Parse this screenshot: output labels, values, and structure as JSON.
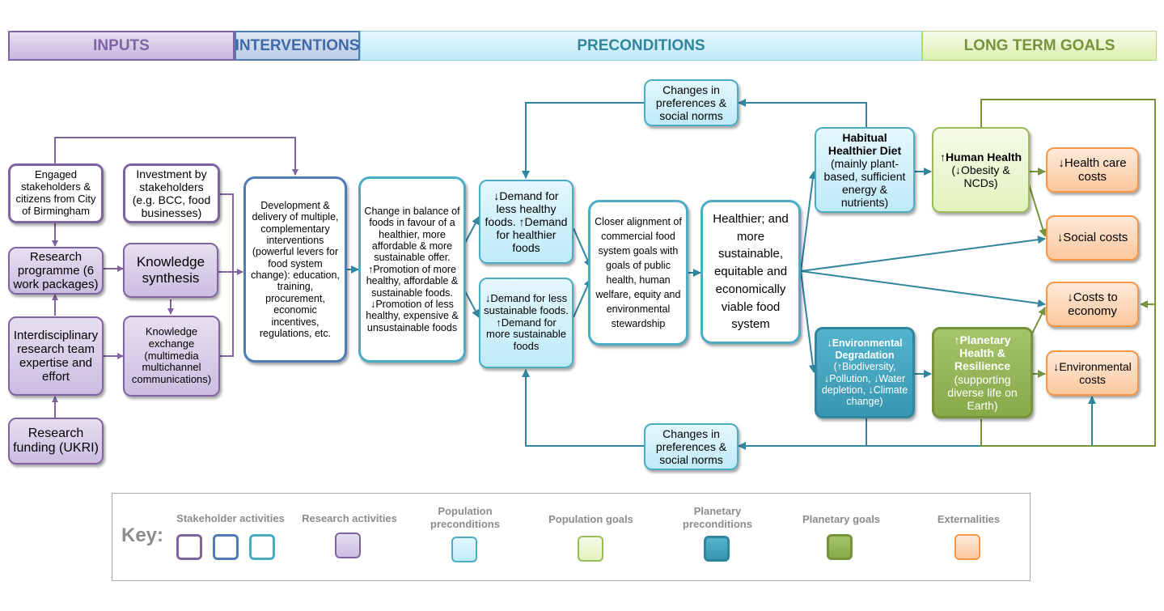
{
  "headers": {
    "inputs": "INPUTS",
    "interventions": "INTERVENTIONS",
    "preconditions": "PRECONDITIONS",
    "long_term_goals": "LONG TERM GOALS"
  },
  "boxes": {
    "engaged": "Engaged stakeholders & citizens from City of Birmingham",
    "investment": "Investment by stakeholders (e.g. BCC, food businesses)",
    "research_programme": "Research programme (6 work packages)",
    "knowledge_synthesis": "Knowledge synthesis",
    "interdisciplinary": "Interdisciplinary research team expertise and effort",
    "knowledge_exchange": "Knowledge exchange (multimedia multichannel communications)",
    "research_funding": "Research funding (UKRI)",
    "development": "Development & delivery of multiple, complementary interventions (powerful levers for food system change): education, training, procurement, economic incentives, regulations, etc.",
    "change_balance": "Change in balance of foods in favour of a healthier, more affordable & more sustainable offer. ↑Promotion of more healthy, affordable & sustainable foods. ↓Promotion of less healthy, expensive & unsustainable foods",
    "demand_healthy": "↓Demand for less healthy foods. ↑Demand for healthier foods",
    "demand_sustainable": "↓Demand for less sustainable foods. ↑Demand for more sustainable foods",
    "changes_top": "Changes in preferences & social norms",
    "changes_bottom": "Changes in preferences & social norms",
    "closer_alignment": "Closer alignment of commercial food system goals with goals of public health, human welfare, equity and environmental stewardship",
    "healthier_system": "Healthier; and more sustainable, equitable and economically viable food system",
    "habitual_title": "Habitual Healthier Diet",
    "habitual_body": "(mainly plant-based, sufficient energy & nutrients)",
    "human_title": "↑Human Health",
    "human_body": "(↓Obesity & NCDs)",
    "env_title": "↓Environmental Degradation",
    "env_body": "(↑Biodiversity, ↓Pollution, ↓Water depletion, ↓Climate change)",
    "planetary_title": "↑Planetary Health & Resilience",
    "planetary_body": "(supporting diverse life on Earth)",
    "health_care": "↓Health care costs",
    "social_costs": "↓Social costs",
    "costs_economy": "↓Costs to economy",
    "env_costs": "↓Environmental costs"
  },
  "key": {
    "label": "Key:",
    "stakeholder": "Stakeholder activities",
    "research": "Research activities",
    "population_pre": "Population preconditions",
    "population_goals": "Population goals",
    "planetary_pre": "Planetary preconditions",
    "planetary_goals": "Planetary goals",
    "externalities": "Externalities"
  },
  "colors": {
    "purple": "#8064a2",
    "blue": "#4f7cb5",
    "teal": "#4bacc6",
    "dark_teal": "#31859c",
    "green": "#77933c",
    "orange": "#f79646",
    "arrow_purple": "#8064a2",
    "arrow_teal": "#31859c",
    "arrow_green": "#77933c"
  }
}
